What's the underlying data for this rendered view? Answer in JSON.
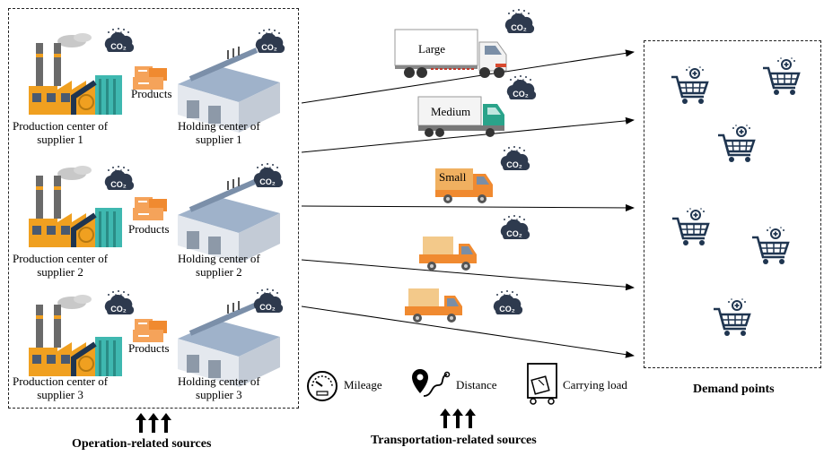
{
  "operation": {
    "title": "Operation-related sources",
    "suppliers": [
      {
        "production_label": "Production center of\nsupplier 1",
        "holding_label": "Holding center of\nsupplier 1",
        "products_label": "Products"
      },
      {
        "production_label": "Production center of\nsupplier 2",
        "holding_label": "Holding center of\nsupplier 2",
        "products_label": "Products"
      },
      {
        "production_label": "Production center of\nsupplier 3",
        "holding_label": "Holding center of\nsupplier 3",
        "products_label": "Products"
      }
    ]
  },
  "transport": {
    "title": "Transportation-related sources",
    "trucks": [
      {
        "label": "Large",
        "kind": "truck-large"
      },
      {
        "label": "Medium",
        "kind": "truck-medium"
      },
      {
        "label": "Small",
        "kind": "truck-small"
      },
      {
        "label": "",
        "kind": "truck-small-cargo"
      },
      {
        "label": "",
        "kind": "truck-small-cargo"
      }
    ],
    "factors": [
      {
        "label": "Mileage",
        "icon": "speedometer-icon"
      },
      {
        "label": "Distance",
        "icon": "route-pin-icon"
      },
      {
        "label": "Carrying load",
        "icon": "load-icon"
      }
    ]
  },
  "demand": {
    "title": "Demand points",
    "count": 6
  },
  "emission_label": "CO₂",
  "colors": {
    "factory_orange": "#f0a020",
    "factory_teal": "#3fb8b0",
    "warehouse_roof": "#8fa4c0",
    "box_orange": "#f5a35a",
    "truck_orange": "#f08a30",
    "cloud_dark": "#2e3a4e",
    "cart_navy": "#1f3550"
  }
}
